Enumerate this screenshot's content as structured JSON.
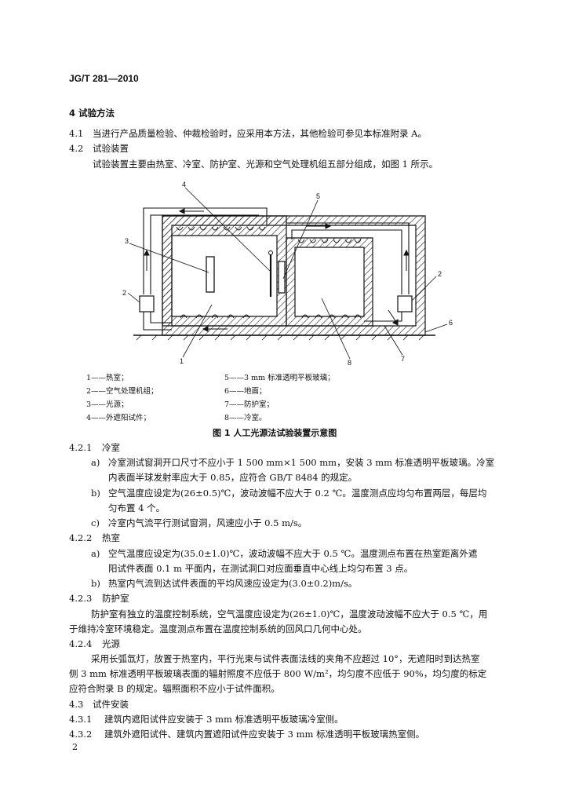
{
  "header": {
    "code": "JG/T 281—2010"
  },
  "section4": {
    "heading": "4  试验方法",
    "s41_num": "4.1",
    "s41_text": "当进行产品质量检验、仲裁检验时，应采用本方法，其他检验可参见本标准附录 A。",
    "s42_num": "4.2",
    "s42_title": "试验装置",
    "s42_text": "试验装置主要由热室、冷室、防护室、光源和空气处理机组五部分组成，如图 1 所示。"
  },
  "figure": {
    "callouts": [
      "4",
      "5",
      "3",
      "2",
      "2",
      "6",
      "1",
      "8",
      "7"
    ],
    "legend_left": [
      "1——热室；",
      "2——空气处理机组；",
      "3——光源；",
      "4——外遮阳试件；"
    ],
    "legend_right": [
      "5——3 mm 标准透明平板玻璃；",
      "6——地面；",
      "7——防护室；",
      "8——冷室。"
    ],
    "caption": "图 1   人工光源法试验装置示意图"
  },
  "s421": {
    "num": "4.2.1",
    "title": "冷室",
    "a_label": "a)",
    "a_line1": "冷室测试窗洞开口尺寸不应小于 1 500 mm×1 500 mm，安装 3 mm 标准透明平板玻璃。冷室",
    "a_line2": "内表面半球发射率应大于 0.85，应符合 GB/T 8484 的规定。",
    "b_label": "b)",
    "b_line1": "空气温度应设定为(26±0.5)℃，波动波幅不应大于 0.2 ℃。温度测点应均匀布置两层，每层均",
    "b_line2": "匀布置 4 个。",
    "c_label": "c)",
    "c_line1": "冷室内气流平行测试窗洞，风速应小于 0.5 m/s。"
  },
  "s422": {
    "num": "4.2.2",
    "title": "热室",
    "a_label": "a)",
    "a_line1": "空气温度应设定为(35.0±1.0)℃，波动波幅不应大于 0.5 ℃。温度测点布置在热室距离外遮",
    "a_line2": "阳试件表面 0.1 m 平面内，在测试洞口对应面垂直中心线上均匀布置 3 点。",
    "b_label": "b)",
    "b_line1": "热室内气流到达试件表面的平均风速应设定为(3.0±0.2)m/s。"
  },
  "s423": {
    "num": "4.2.3",
    "title": "防护室",
    "line1": "防护室有独立的温度控制系统，空气温度应设定为(26±1.0)℃，温度波动波幅不应大于 0.5 ℃，用",
    "line2": "于维持冷室环境稳定。温度测点布置在温度控制系统的回风口几何中心处。"
  },
  "s424": {
    "num": "4.2.4",
    "title": "光源",
    "line1": "采用长弧氙灯，放置于热室内，平行光束与试件表面法线的夹角不应超过 10°，无遮阳时到达热室",
    "line2": "侧 3 mm 标准透明平板玻璃表面的辐射照度不应低于 800 W/m²，均匀度不应低于 90%，均匀度的标定",
    "line3": "应符合附录 B 的规定。辐照面积不应小于试件面积。"
  },
  "s43": {
    "num": "4.3",
    "title": "试件安装",
    "s431_num": "4.3.1",
    "s431_text": "建筑内遮阳试件应安装于 3 mm 标准透明平板玻璃冷室侧。",
    "s432_num": "4.3.2",
    "s432_text": "建筑外遮阳试件、建筑内置遮阳试件应安装于 3 mm 标准透明平板玻璃热室侧。"
  },
  "footer": {
    "page": "2"
  }
}
